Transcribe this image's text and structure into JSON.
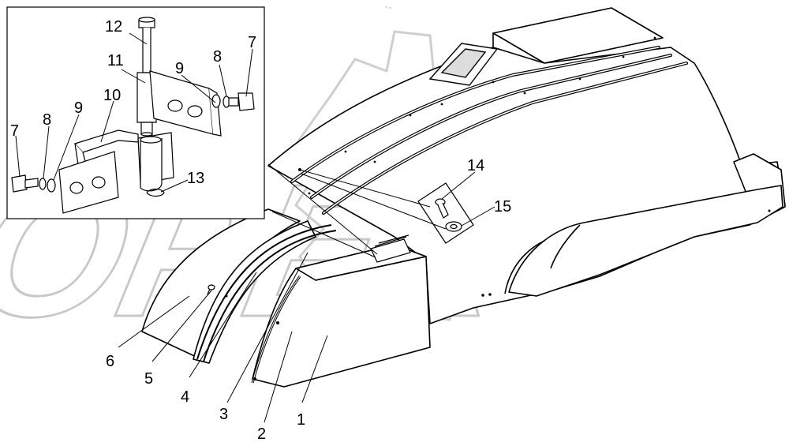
{
  "watermark": {
    "text": "OPEX"
  },
  "header_mark": "~ ⇔",
  "inset": {
    "labels": [
      {
        "id": "12",
        "text": "12"
      },
      {
        "id": "11",
        "text": "11"
      },
      {
        "id": "9a",
        "text": "9"
      },
      {
        "id": "8a",
        "text": "8"
      },
      {
        "id": "7a",
        "text": "7"
      },
      {
        "id": "10",
        "text": "10"
      },
      {
        "id": "7b",
        "text": "7"
      },
      {
        "id": "8b",
        "text": "8"
      },
      {
        "id": "9b",
        "text": "9"
      },
      {
        "id": "13",
        "text": "13"
      }
    ]
  },
  "main": {
    "labels": [
      {
        "id": "14",
        "text": "14"
      },
      {
        "id": "15",
        "text": "15"
      },
      {
        "id": "6",
        "text": "6"
      },
      {
        "id": "5",
        "text": "5"
      },
      {
        "id": "4",
        "text": "4"
      },
      {
        "id": "3",
        "text": "3"
      },
      {
        "id": "2",
        "text": "2"
      },
      {
        "id": "1",
        "text": "1"
      }
    ]
  }
}
